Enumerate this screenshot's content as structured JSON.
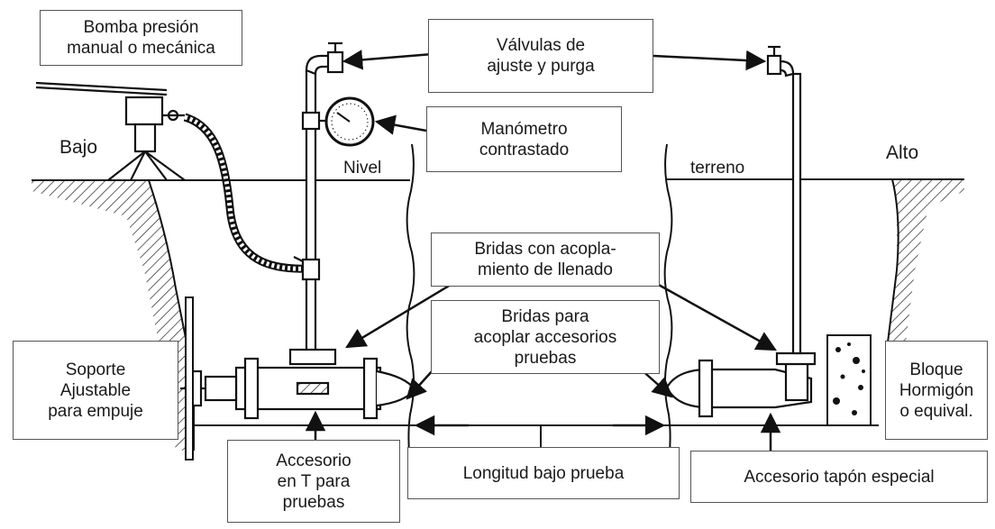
{
  "labels": {
    "pump": [
      "Bomba presión",
      "manual o mecánica"
    ],
    "valves": [
      "Válvulas de",
      "ajuste y purga"
    ],
    "gauge": [
      "Manómetro",
      "contrastado"
    ],
    "flanges_fill": [
      "Bridas con acopla-",
      "miento de llenado"
    ],
    "flanges_accessories": [
      "Bridas para",
      "acoplar accesorios",
      "pruebas"
    ],
    "support": [
      "Soporte",
      "Ajustable",
      "para empuje"
    ],
    "tee": [
      "Accesorio",
      "en T para",
      "pruebas"
    ],
    "length": [
      "Longitud bajo prueba"
    ],
    "plug": [
      "Accesorio tapón especial"
    ],
    "block": [
      "Bloque",
      "Hormigón",
      "o equival."
    ],
    "low": "Bajo",
    "high": "Alto",
    "level": "Nivel",
    "ground": "terreno"
  }
}
